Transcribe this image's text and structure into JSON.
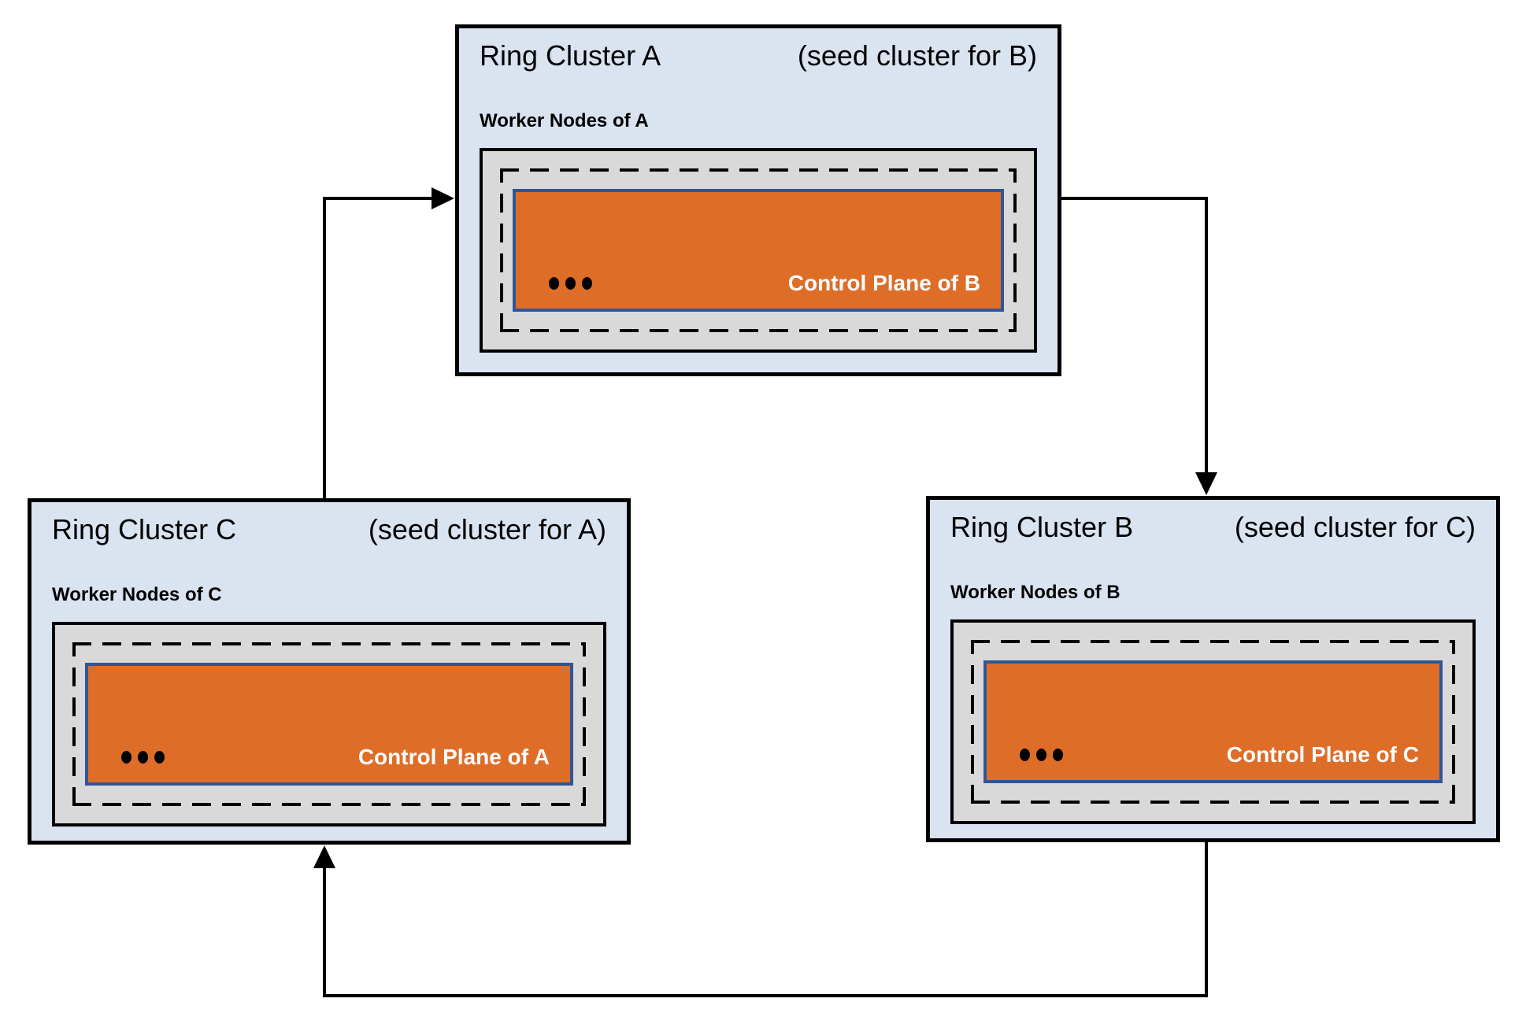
{
  "diagram": {
    "clusters": [
      {
        "id": "A",
        "title": "Ring Cluster A",
        "seed_note": "(seed cluster for B)",
        "worker_label": "Worker Nodes of A",
        "control_plane_label": "Control Plane of B",
        "dots_icon": "ellipsis-icon"
      },
      {
        "id": "C",
        "title": "Ring Cluster C",
        "seed_note": "(seed cluster for A)",
        "worker_label": "Worker Nodes of C",
        "control_plane_label": "Control Plane of A",
        "dots_icon": "ellipsis-icon"
      },
      {
        "id": "B",
        "title": "Ring Cluster B",
        "seed_note": "(seed cluster for C)",
        "worker_label": "Worker Nodes of B",
        "control_plane_label": "Control Plane of C",
        "dots_icon": "ellipsis-icon"
      }
    ],
    "arrows": [
      {
        "from": "Ring Cluster C",
        "to": "Ring Cluster A"
      },
      {
        "from": "Ring Cluster A",
        "to": "Ring Cluster B"
      },
      {
        "from": "Ring Cluster B",
        "to": "Ring Cluster C"
      }
    ],
    "colors": {
      "cluster_fill": "#dae3f0",
      "worker_fill": "#d9d9d9",
      "control_plane_fill": "#de6d28",
      "control_plane_border": "#2f5597",
      "line": "#000000",
      "control_plane_text": "#ffffff"
    }
  }
}
